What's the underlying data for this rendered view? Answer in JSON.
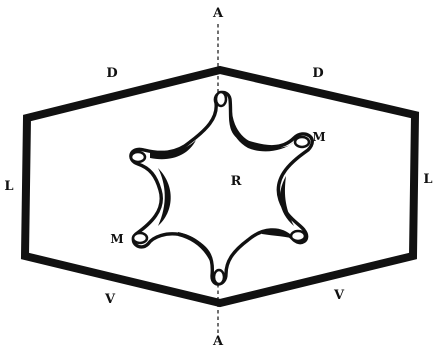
{
  "figure": {
    "labels": {
      "axis_top": "A",
      "axis_bottom": "A",
      "dorsal_left": "D",
      "dorsal_right": "D",
      "lateral_left": "L",
      "lateral_right": "L",
      "ventral_left": "V",
      "ventral_right": "V",
      "center": "R",
      "muscle_upper_right": "M",
      "muscle_lower_left": "M"
    },
    "colors": {
      "ink": "#111111",
      "paper": "#ffffff"
    }
  }
}
